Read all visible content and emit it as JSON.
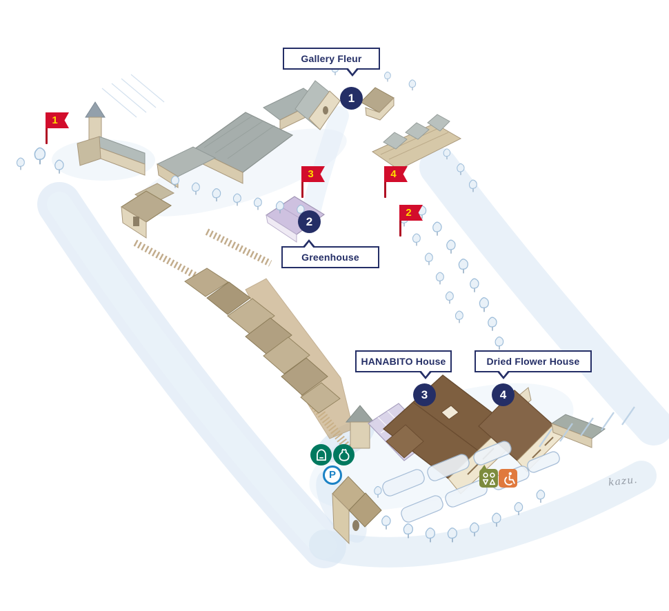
{
  "labels": {
    "gallery_fleur": "Gallery Fleur",
    "greenhouse": "Greenhouse",
    "hanabito_house": "HANABITO House",
    "dried_flower_house": "Dried Flower House"
  },
  "markers": {
    "m1": "1",
    "m2": "2",
    "m3": "3",
    "m4": "4"
  },
  "flags": {
    "f1": "1",
    "f2": "2",
    "f3": "3",
    "f4": "4"
  },
  "icons": {
    "parking_letter": "P",
    "hut": "hut-icon",
    "gourd": "gourd-icon",
    "restroom": "restroom-icon",
    "wheelchair": "wheelchair-icon",
    "parking": "parking-icon"
  },
  "signature": "kazu.",
  "colors": {
    "navy": "#242e66",
    "flag_red": "#d20d2c",
    "flag_yellow": "#ffdc00",
    "icon_green": "#00795f",
    "parking_blue": "#1b82c5",
    "restroom_olive": "#7d8b3d",
    "wheelchair_orange": "#e0793d"
  }
}
